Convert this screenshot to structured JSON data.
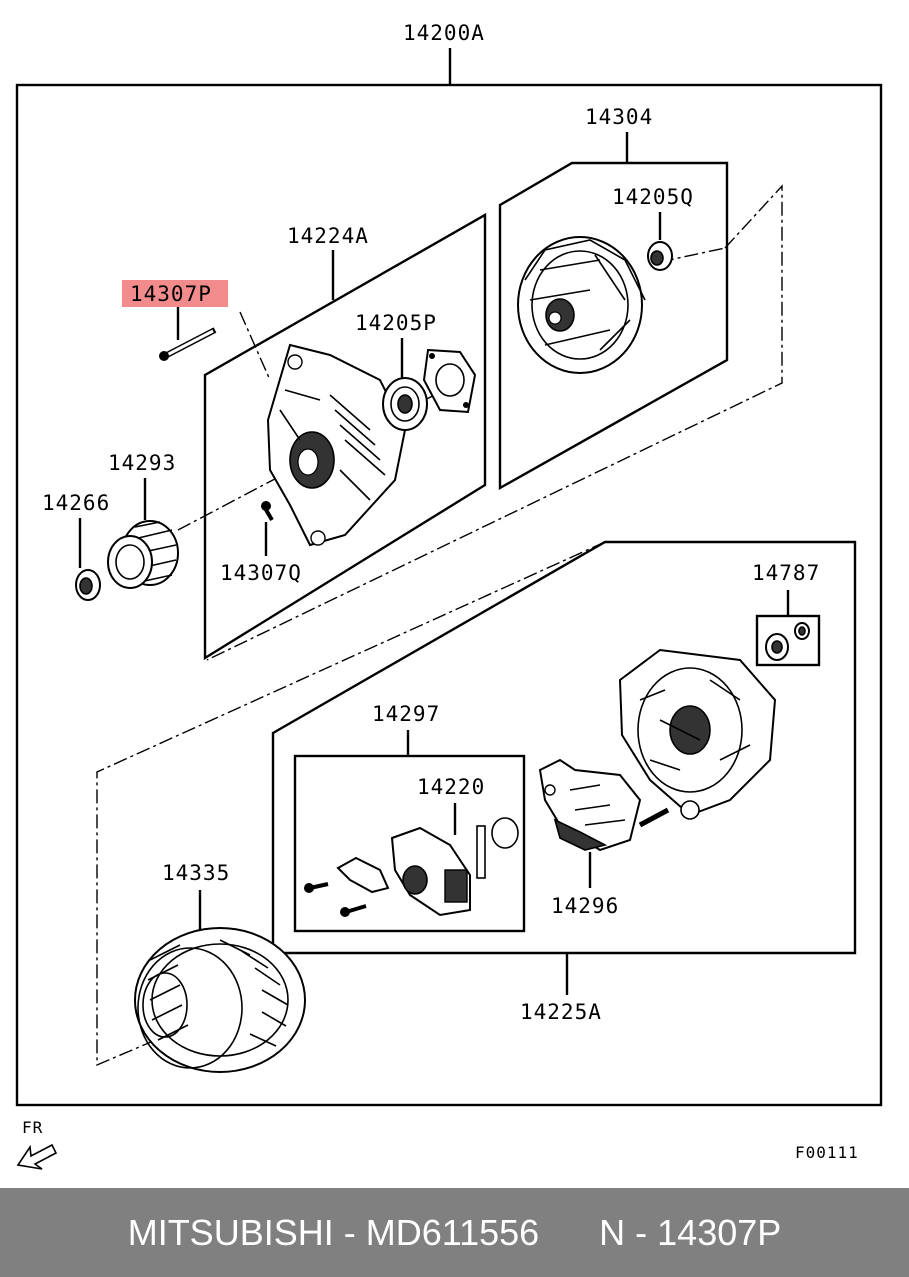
{
  "labels": {
    "assembly": "14200A",
    "rear_bracket_assy": "14304",
    "rear_bearing": "14205Q",
    "front_bracket": "14224A",
    "front_bearing": "14205P",
    "through_bolt_highlighted": "14307P",
    "pulley": "14293",
    "pulley_nut": "14266",
    "screw": "14307Q",
    "terminal_kit": "14787",
    "brush_holder_assy": "14297",
    "brush": "14220",
    "regulator": "14296",
    "stator": "14335",
    "rear_bracket": "14225A"
  },
  "orientation_label": "FR",
  "figure_code": "F00111",
  "footer": {
    "text": "MITSUBISHI - MD611556      N - 14307P"
  },
  "colors": {
    "highlight": "#f28b8b",
    "footer_bg": "#808080",
    "footer_text": "#ffffff",
    "line": "#000000"
  }
}
